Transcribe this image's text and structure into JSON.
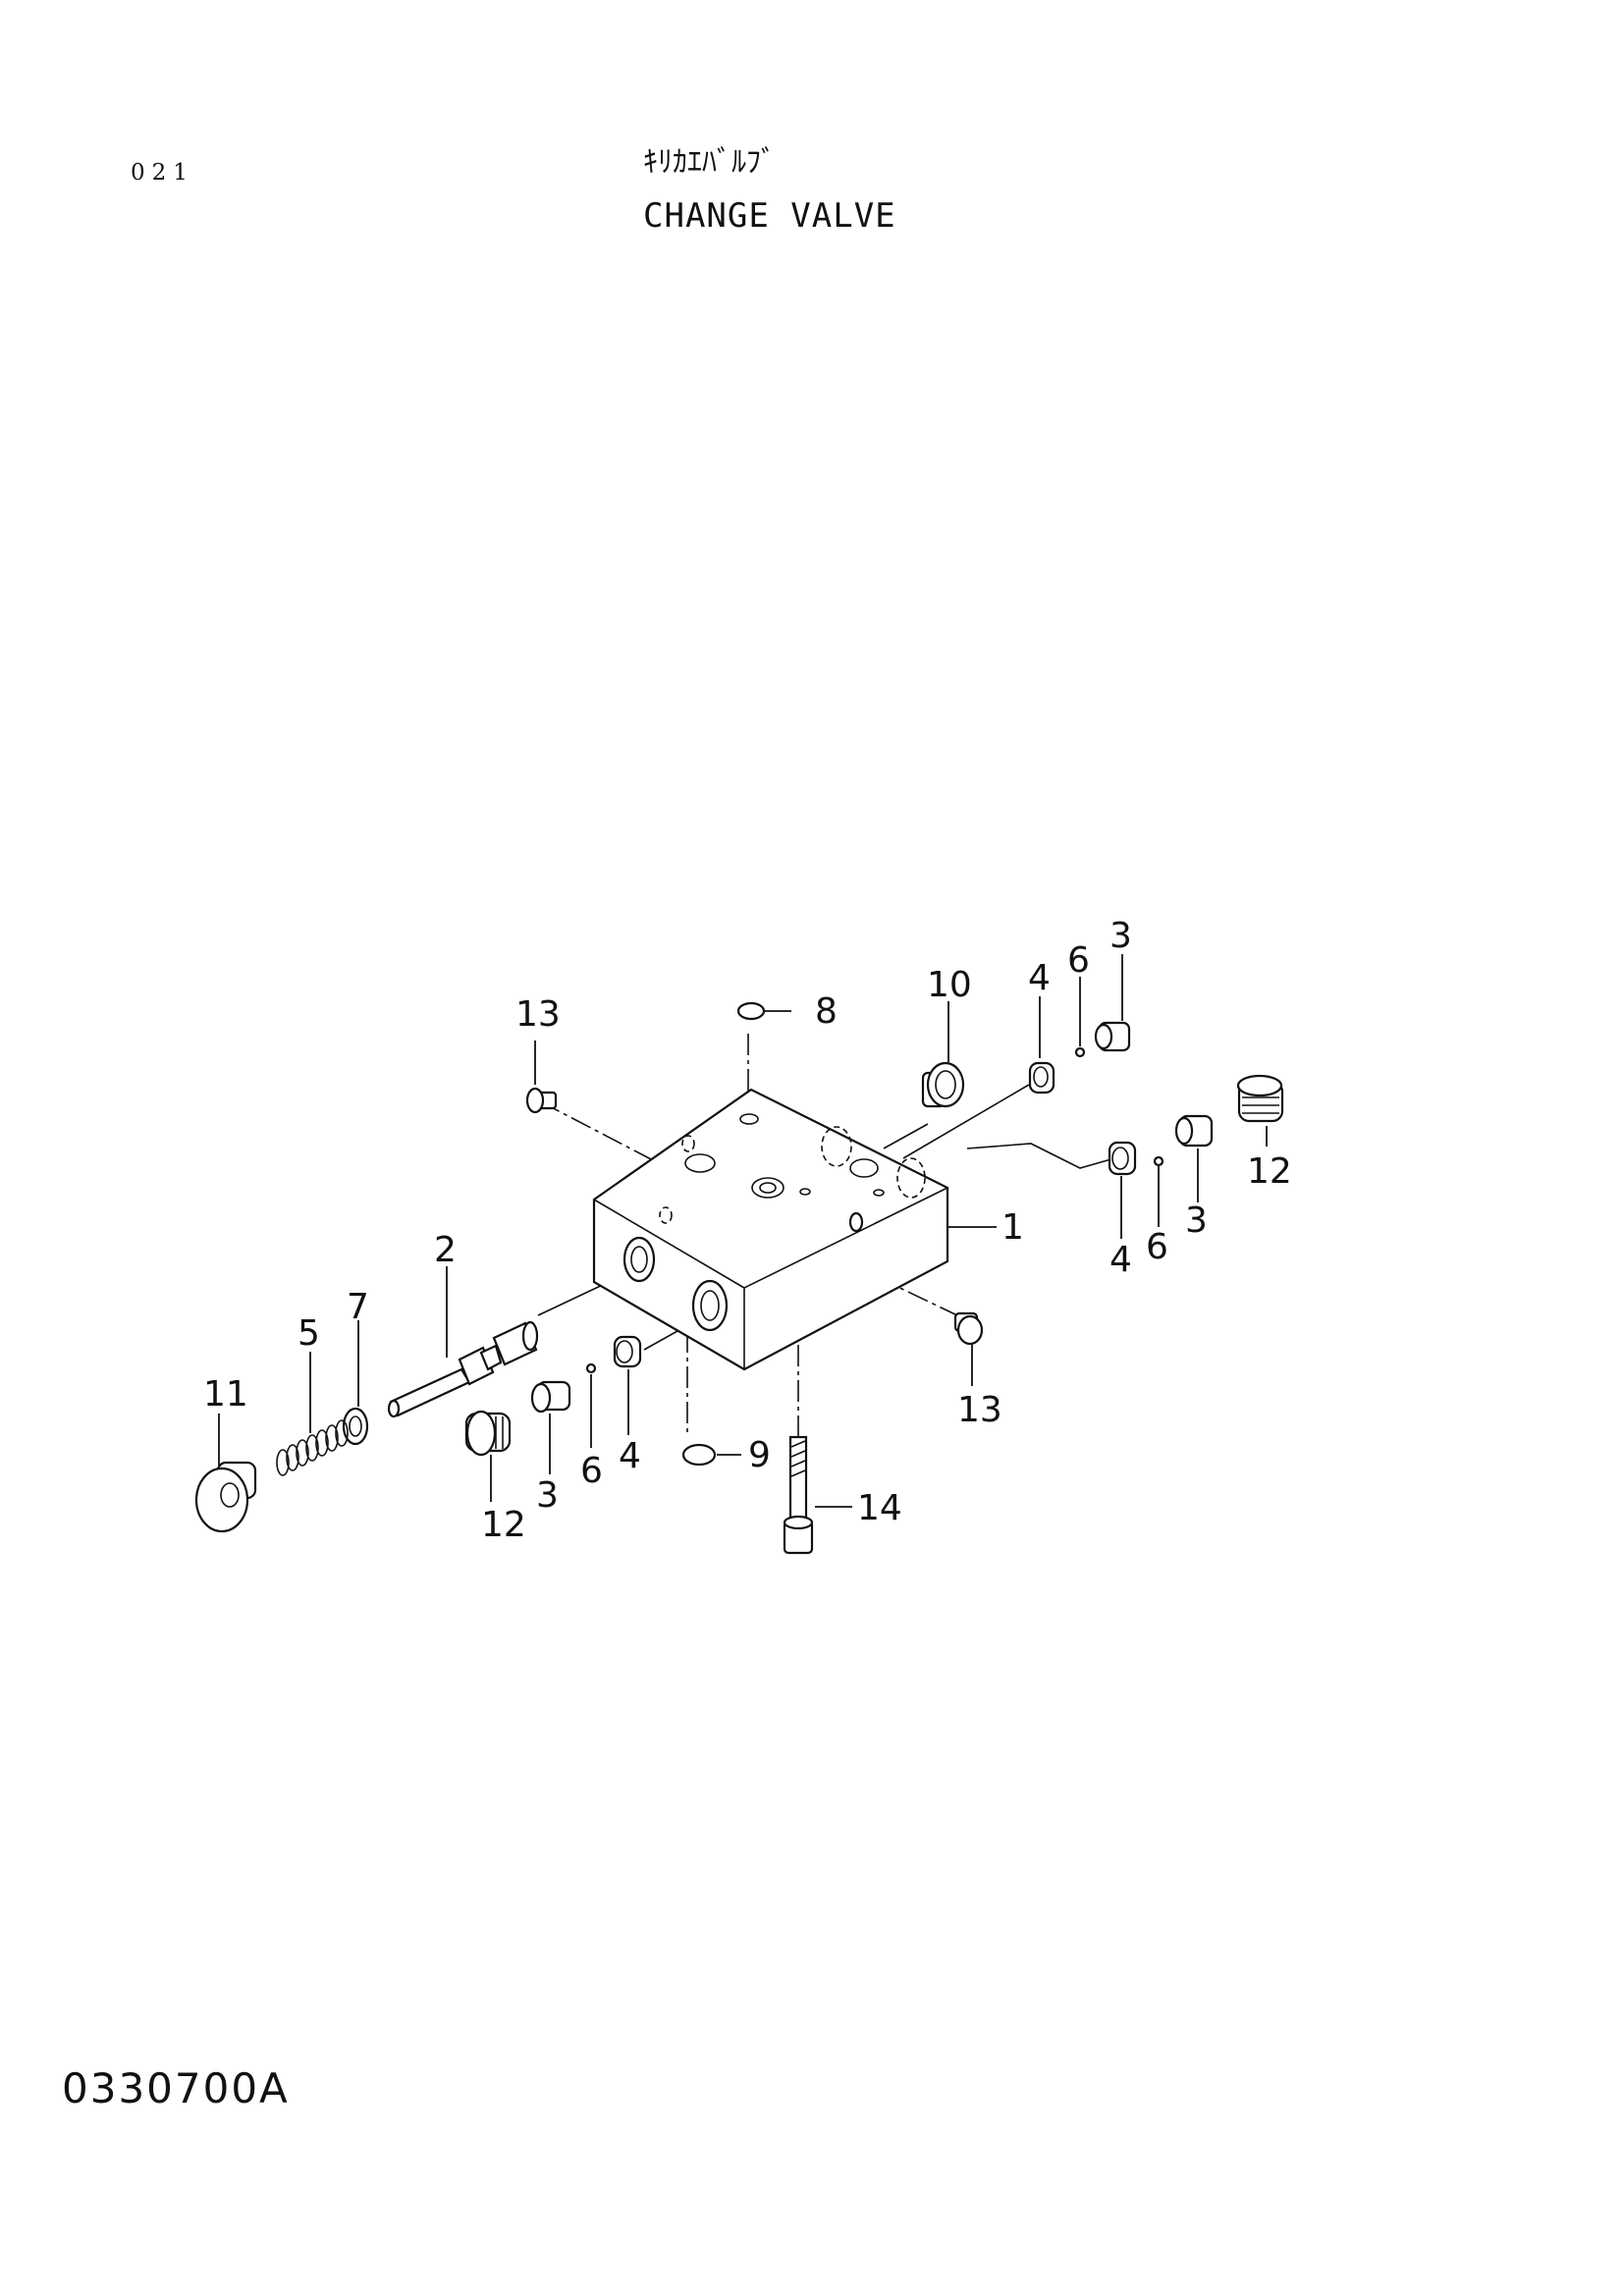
{
  "header": {
    "page_code": "021",
    "title_jp": "ｷﾘｶｴﾊﾞﾙﾌﾞ",
    "title_en": "CHANGE VALVE"
  },
  "footer": {
    "drawing_code": "0330700A"
  },
  "callouts": [
    "1",
    "2",
    "3",
    "3",
    "3",
    "4",
    "4",
    "4",
    "5",
    "6",
    "6",
    "6",
    "7",
    "8",
    "9",
    "10",
    "11",
    "12",
    "12",
    "13",
    "13",
    "14"
  ]
}
